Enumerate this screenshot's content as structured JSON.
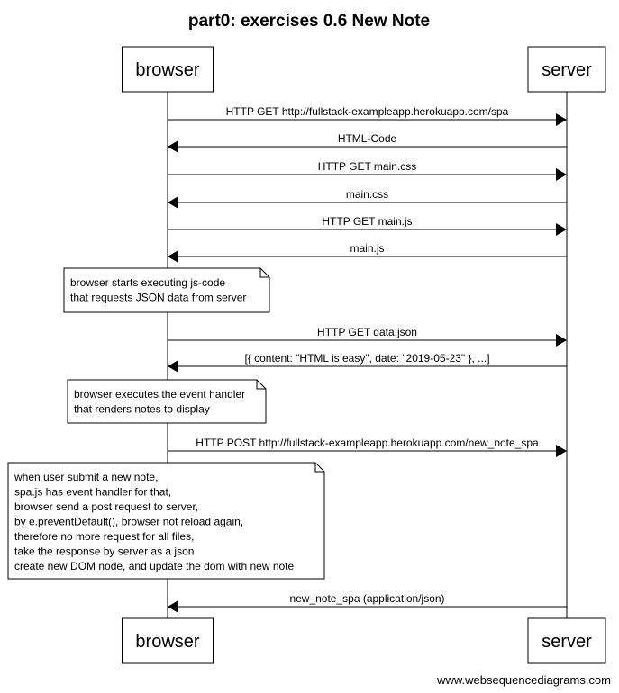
{
  "title": "part0: exercises 0.6 New Note",
  "participants": [
    {
      "id": "browser",
      "label": "browser"
    },
    {
      "id": "server",
      "label": "server"
    }
  ],
  "steps": [
    {
      "kind": "message",
      "from": "browser",
      "to": "server",
      "label": "HTTP GET http://fullstack-exampleapp.herokuapp.com/spa"
    },
    {
      "kind": "message",
      "from": "server",
      "to": "browser",
      "label": "HTML-Code"
    },
    {
      "kind": "message",
      "from": "browser",
      "to": "server",
      "label": "HTTP GET main.css"
    },
    {
      "kind": "message",
      "from": "server",
      "to": "browser",
      "label": "main.css"
    },
    {
      "kind": "message",
      "from": "browser",
      "to": "server",
      "label": "HTTP GET main.js"
    },
    {
      "kind": "message",
      "from": "server",
      "to": "browser",
      "label": "main.js"
    },
    {
      "kind": "note",
      "over": "browser",
      "lines": [
        "browser starts executing js-code",
        "that requests JSON data from server"
      ]
    },
    {
      "kind": "message",
      "from": "browser",
      "to": "server",
      "label": "HTTP GET data.json"
    },
    {
      "kind": "message",
      "from": "server",
      "to": "browser",
      "label": "[{ content: \"HTML is easy\", date: \"2019-05-23\" }, ...]"
    },
    {
      "kind": "note",
      "over": "browser",
      "lines": [
        "browser executes the event handler",
        "that renders notes to display"
      ]
    },
    {
      "kind": "message",
      "from": "browser",
      "to": "server",
      "label": "HTTP POST http://fullstack-exampleapp.herokuapp.com/new_note_spa"
    },
    {
      "kind": "note",
      "over": "browser",
      "lines": [
        "when user submit a new note,",
        "spa.js has event handler for that,",
        "browser send a post request to server,",
        "by e.preventDefault(), browser not reload again,",
        "therefore no more request for all files,",
        "take the response by server as a json",
        "create new DOM node, and update the dom with new note"
      ]
    },
    {
      "kind": "message",
      "from": "server",
      "to": "browser",
      "label": "new_note_spa (application/json)"
    }
  ],
  "footer": "www.websequencediagrams.com"
}
